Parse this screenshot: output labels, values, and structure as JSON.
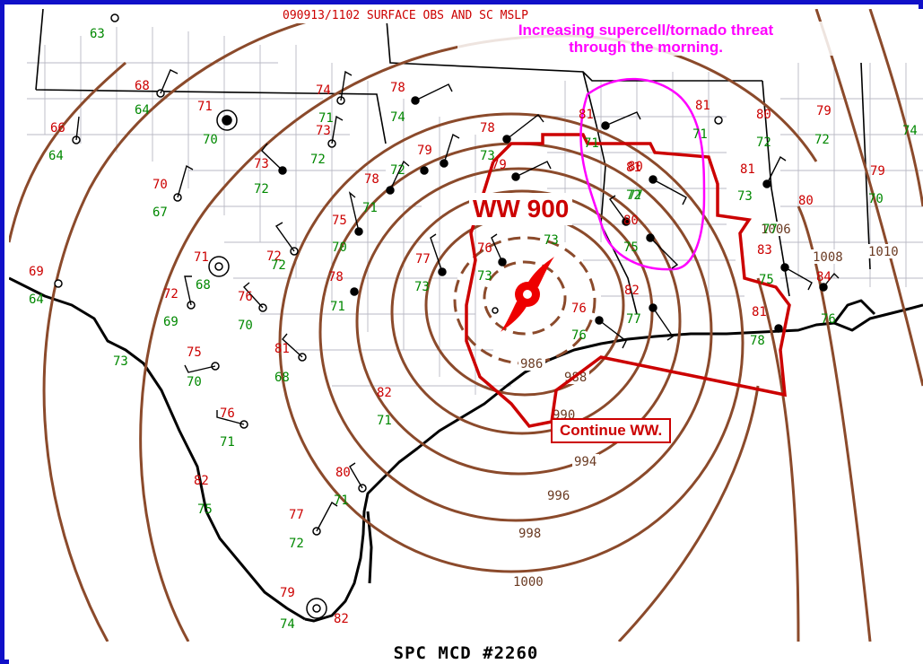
{
  "header": {
    "mcd_id_text": "090913/1102 SURFACE OBS AND SC MSLP"
  },
  "annotations": {
    "threat_note_line1": "Increasing supercell/tornado threat",
    "threat_note_line2": "through the morning.",
    "watch_label": "WW 900",
    "continue_label": "Continue WW."
  },
  "footer": {
    "title": "SPC MCD #2260"
  },
  "isobar_labels": [
    "986",
    "988",
    "990",
    "994",
    "996",
    "998",
    "1000",
    "1006",
    "1008",
    "1010"
  ],
  "stations": [
    {
      "t": "",
      "td": "63"
    },
    {
      "t": "68",
      "td": "64"
    },
    {
      "t": "66",
      "td": "64"
    },
    {
      "t": "71",
      "td": "70"
    },
    {
      "t": "74",
      "td": "71"
    },
    {
      "t": "78",
      "td": "74"
    },
    {
      "t": "73",
      "td": "72"
    },
    {
      "t": "70",
      "td": "67"
    },
    {
      "t": "73",
      "td": "72"
    },
    {
      "t": "79",
      "td": "72"
    },
    {
      "t": "78",
      "td": "73"
    },
    {
      "t": "78",
      "td": "71"
    },
    {
      "t": "75",
      "td": "70"
    },
    {
      "t": "71",
      "td": "68"
    },
    {
      "t": "72",
      "td": "69"
    },
    {
      "t": "76",
      "td": "70"
    },
    {
      "t": "69",
      "td": "64"
    },
    {
      "t": "72",
      "td": "72"
    },
    {
      "t": "75",
      "td": "70"
    },
    {
      "t": "81",
      "td": "68"
    },
    {
      "t": "78",
      "td": "71"
    },
    {
      "t": "77",
      "td": "73"
    },
    {
      "t": "76",
      "td": "73"
    },
    {
      "t": "79",
      "td": "73"
    },
    {
      "t": "76",
      "td": "71"
    },
    {
      "t": "82",
      "td": "71"
    },
    {
      "t": "76",
      "td": "76"
    },
    {
      "t": "82",
      "td": "77"
    },
    {
      "t": "81",
      "td": "71"
    },
    {
      "t": "80",
      "td": "72"
    },
    {
      "t": "81",
      "td": "71"
    },
    {
      "t": "81",
      "td": "77"
    },
    {
      "t": "80",
      "td": "75"
    },
    {
      "t": "81",
      "td": "73"
    },
    {
      "t": "80",
      "td": "72"
    },
    {
      "t": "79",
      "td": "72"
    },
    {
      "t": "79",
      "td": "70"
    },
    {
      "t": "80",
      "td": "77"
    },
    {
      "t": "83",
      "td": "75"
    },
    {
      "t": "81",
      "td": "78"
    },
    {
      "t": "84",
      "td": "76"
    },
    {
      "t": "",
      "td": "74"
    },
    {
      "t": "77",
      "td": "72"
    },
    {
      "t": "79",
      "td": "74"
    },
    {
      "t": "82",
      "td": ""
    },
    {
      "t": "82",
      "td": "75"
    },
    {
      "t": "",
      "td": "73"
    }
  ],
  "colors": {
    "border": "#1010c8",
    "isobar": "#8b4a2b",
    "watch": "#cc0000",
    "threat": "#ff00ff",
    "temperature": "#cc0000",
    "dewpoint": "#008800"
  }
}
